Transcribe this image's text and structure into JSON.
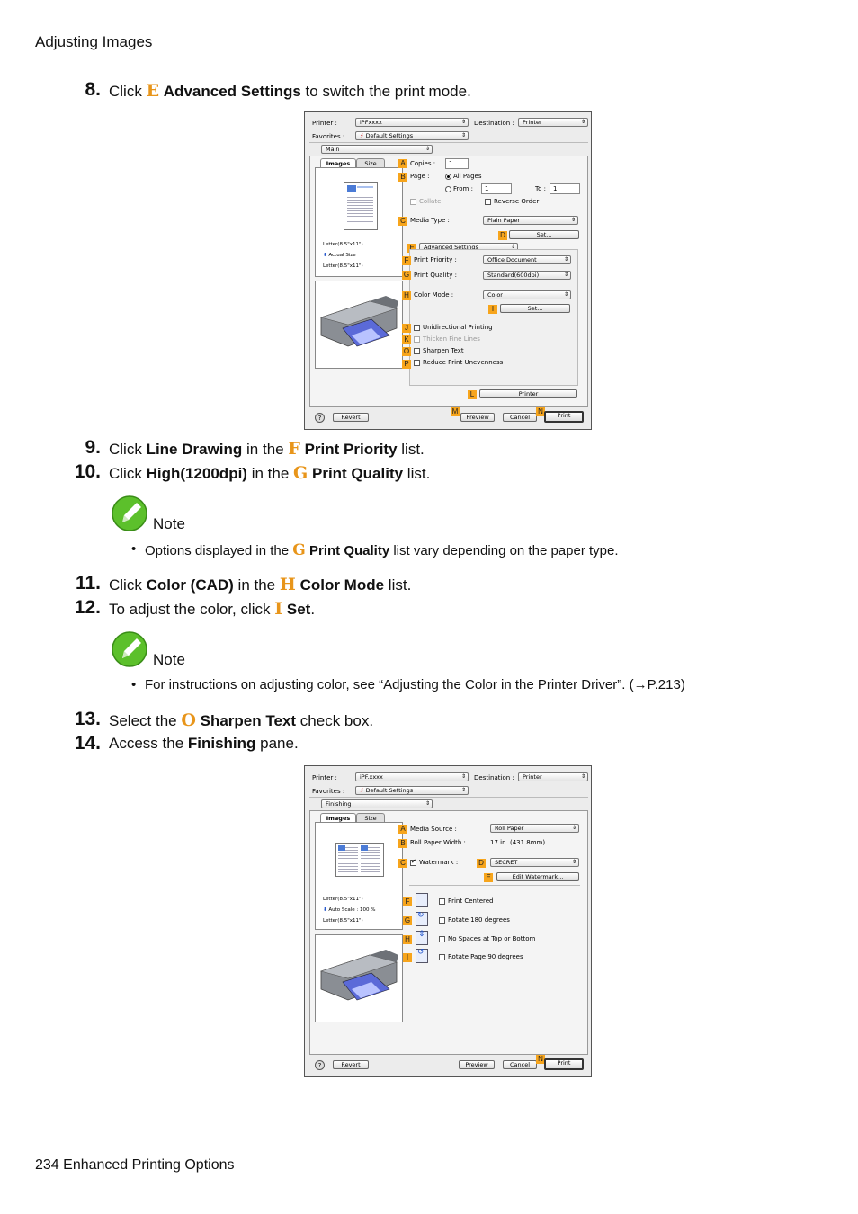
{
  "header": "Adjusting Images",
  "footer": "234  Enhanced Printing Options",
  "steps": {
    "s8": {
      "num": "8.",
      "a": "Click ",
      "letter": "E",
      "b": "Advanced Settings",
      "c": " to switch the print mode."
    },
    "s9": {
      "num": "9.",
      "a": "Click ",
      "b": "Line Drawing",
      "c": " in the ",
      "letter": "F",
      "d": "Print Priority",
      "e": " list."
    },
    "s10": {
      "num": "10.",
      "a": "Click ",
      "b": "High(1200dpi)",
      "c": " in the ",
      "letter": "G",
      "d": "Print Quality",
      "e": " list."
    },
    "s11": {
      "num": "11.",
      "a": "Click ",
      "b": "Color (CAD)",
      "c": " in the ",
      "letter": "H",
      "d": "Color Mode",
      "e": " list."
    },
    "s12": {
      "num": "12.",
      "a": "To adjust the color, click ",
      "letter": "I",
      "b": "Set",
      "c": "."
    },
    "s13": {
      "num": "13.",
      "a": "Select the ",
      "letter": "O",
      "b": "Sharpen Text",
      "c": " check box."
    },
    "s14": {
      "num": "14.",
      "a": "Access the ",
      "b": "Finishing",
      "c": " pane."
    }
  },
  "note1": {
    "label": "Note",
    "a": "Options displayed in the ",
    "letter": "G",
    "b": "Print Quality",
    "c": " list vary depending on the paper type."
  },
  "note2": {
    "label": "Note",
    "text": "For instructions on adjusting color, see “Adjusting the Color in the Printer Driver”. (→P.213)"
  },
  "dialog1": {
    "printer_label": "Printer :",
    "printer_value": "iPFxxxx",
    "destination_label": "Destination :",
    "destination_value": "Printer",
    "favorites_label": "Favorites :",
    "favorites_value": "Default Settings",
    "pane_value": "Main",
    "tab_images": "Images",
    "tab_size": "Size",
    "preview_lines": [
      "Letter(8.5\"x11\")",
      "Actual Size",
      "Letter(8.5\"x11\")"
    ],
    "copies_label": "Copies :",
    "copies_value": "1",
    "page_label": "Page :",
    "all_pages": "All Pages",
    "from_label": "From :",
    "from_value": "1",
    "to_label": "To :",
    "to_value": "1",
    "collate": "Collate",
    "reverse_order": "Reverse Order",
    "media_type_label": "Media Type :",
    "media_type_value": "Plain Paper",
    "set_button": "Set...",
    "advanced_value": "Advanced Settings",
    "print_priority_label": "Print Priority :",
    "print_priority_value": "Office Document",
    "print_quality_label": "Print Quality :",
    "print_quality_value": "Standard(600dpi)",
    "color_mode_label": "Color Mode :",
    "color_mode_value": "Color",
    "color_set_button": "Set...",
    "unidirectional": "Unidirectional Printing",
    "thicken": "Thicken Fine Lines",
    "sharpen": "Sharpen Text",
    "reduce": "Reduce Print Unevenness",
    "printer_button": "Printer",
    "help": "?",
    "revert": "Revert",
    "preview": "Preview",
    "cancel": "Cancel",
    "print": "Print",
    "tags": {
      "A": "A",
      "B": "B",
      "C": "C",
      "D": "D",
      "E": "E",
      "F": "F",
      "G": "G",
      "H": "H",
      "I": "I",
      "J": "J",
      "K": "K",
      "O": "O",
      "P": "P",
      "L": "L",
      "M": "M",
      "N": "N"
    }
  },
  "dialog2": {
    "printer_label": "Printer :",
    "printer_value": "iPF.xxxx",
    "destination_label": "Destination :",
    "destination_value": "Printer",
    "favorites_label": "Favorites :",
    "favorites_value": "Default Settings",
    "pane_value": "Finishing",
    "tab_images": "Images",
    "tab_size": "Size",
    "preview_lines": [
      "Letter(8.5\"x11\")",
      "Auto Scale : 100 %",
      "Letter(8.5\"x11\")"
    ],
    "media_source_label": "Media Source :",
    "media_source_value": "Roll Paper",
    "roll_width_label": "Roll Paper Width :",
    "roll_width_value": "17 in. (431.8mm)",
    "watermark_label": "Watermark :",
    "watermark_value": "SECRET",
    "edit_watermark": "Edit Watermark...",
    "print_centered": "Print Centered",
    "rotate180": "Rotate 180 degrees",
    "no_spaces": "No Spaces at Top or Bottom",
    "rotate90": "Rotate Page 90 degrees",
    "help": "?",
    "revert": "Revert",
    "preview": "Preview",
    "cancel": "Cancel",
    "print": "Print",
    "tags": {
      "A": "A",
      "B": "B",
      "C": "C",
      "D": "D",
      "E": "E",
      "F": "F",
      "G": "G",
      "H": "H",
      "I": "I",
      "N": "N"
    }
  }
}
